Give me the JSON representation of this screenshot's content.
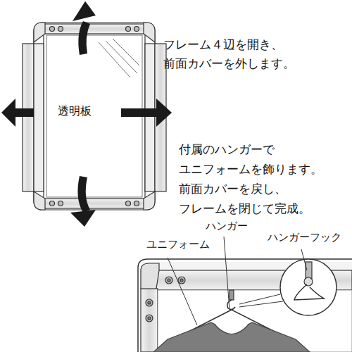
{
  "diagram": {
    "labels": [
      "フレーム４辺を開き、 前面カバーを外します。",
      "透明板",
      "付属のハンガーで ユニフォームを飾ります。 前面カバーを戻し、 フレームを閉じて完成。",
      "ハンガー",
      "ユニフォーム",
      "ハンガーフック"
    ]
  }
}
